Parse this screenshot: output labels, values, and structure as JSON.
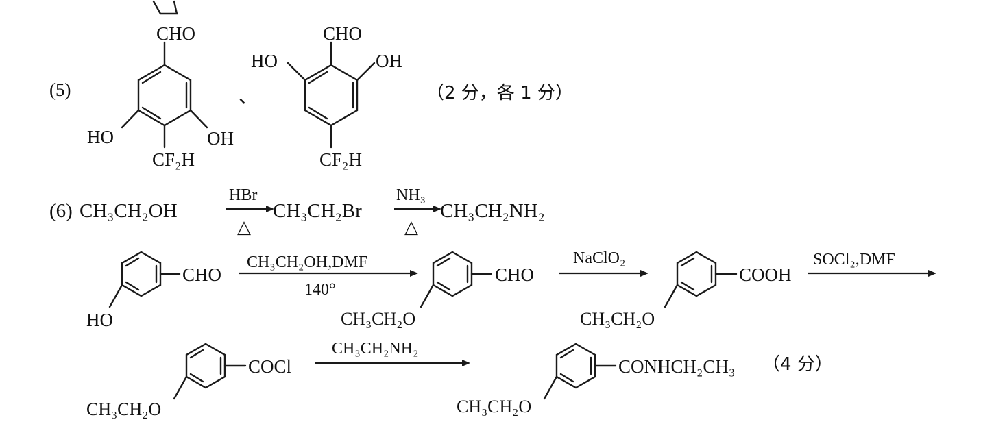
{
  "part5": {
    "label": "(5)",
    "molecule_a": {
      "top": "CHO",
      "left_oh": "HO",
      "right_oh": "OH",
      "bottom": "CF₂H"
    },
    "separator": "、",
    "molecule_b": {
      "top": "CHO",
      "left_oh": "HO",
      "right_oh": "OH",
      "bottom": "CF₂H"
    },
    "score": "（2 分，各 1 分）"
  },
  "part6": {
    "label": "(6)",
    "line1": {
      "start": "CH₃CH₂OH",
      "reagent1": "HBr",
      "condition1": "△",
      "mid": "CH₃CH₂Br",
      "reagent2": "NH₃",
      "condition2": "△",
      "end": "CH₃CH₂NH₂"
    },
    "line2": {
      "sm_substituent": "CHO",
      "sm_oh": "HO",
      "reagent1": "CH₃CH₂OH,DMF",
      "condition1": "140°",
      "p1_substituent": "CHO",
      "p1_ether": "CH₃CH₂O",
      "reagent2": "NaClO₂",
      "p2_substituent": "COOH",
      "p2_ether": "CH₃CH₂O",
      "reagent3": "SOCl₂,DMF"
    },
    "line3": {
      "p3_substituent": "COCl",
      "p3_ether": "CH₃CH₂O",
      "reagent": "CH₃CH₂NH₂",
      "product_substituent": "CONHCH₂CH₃",
      "product_ether": "CH₃CH₂O",
      "score": "（4 分）"
    }
  }
}
